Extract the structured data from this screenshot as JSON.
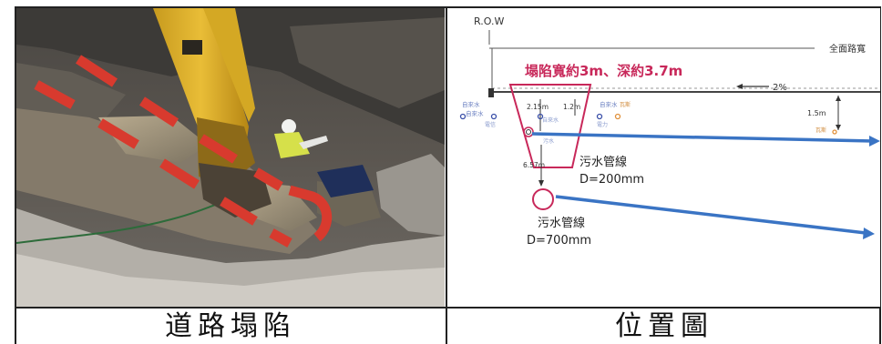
{
  "captions": {
    "left": "道路塌陷",
    "right": "位置圖"
  },
  "diagram": {
    "row_label": "R.O.W",
    "full_road_label": "全面路寬",
    "collapse_label": "塌陷寬約3m、深約3.7m",
    "slope_label": "2%",
    "depth_15": "1.5m",
    "depth_215": "2.15m",
    "depth_12": "1.2m",
    "depth_657": "6.57m",
    "pipe_small_name": "污水管線",
    "pipe_small_size": "D=200mm",
    "pipe_large_name": "污水管線",
    "pipe_large_size": "D=700mm",
    "tiny_labels": [
      "自來水",
      "自來水",
      "自來水",
      "電信",
      "瓦斯",
      "自來水",
      "電力",
      "瓦斯",
      "污水"
    ]
  },
  "colors": {
    "collapse": "#c8285a",
    "pipe_arrow": "#3a74c4",
    "marker_red": "#d83a2e"
  }
}
